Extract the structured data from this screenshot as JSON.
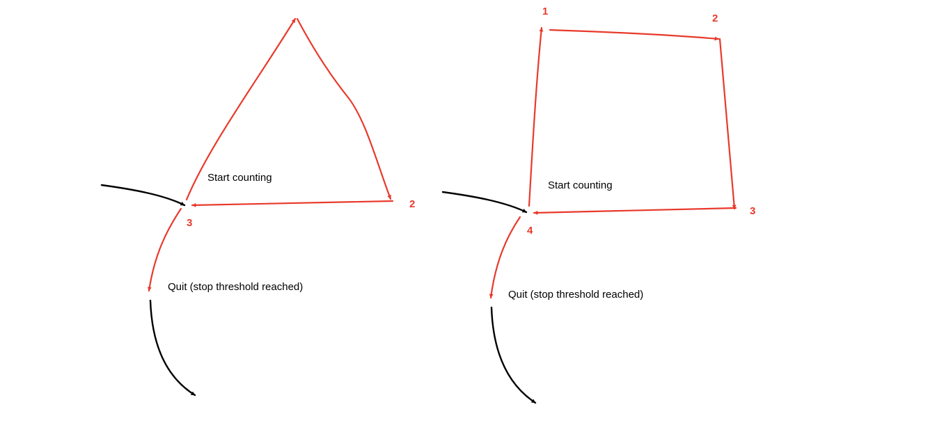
{
  "colors": {
    "accent": "#e8392b",
    "ink": "#000000",
    "background": "#ffffff"
  },
  "left_diagram": {
    "start_label": "Start counting",
    "quit_label": "Quit (stop threshold reached)",
    "markers": [
      "2",
      "3"
    ]
  },
  "right_diagram": {
    "start_label": "Start counting",
    "quit_label": "Quit (stop threshold reached)",
    "markers": [
      "1",
      "2",
      "3",
      "4"
    ]
  }
}
